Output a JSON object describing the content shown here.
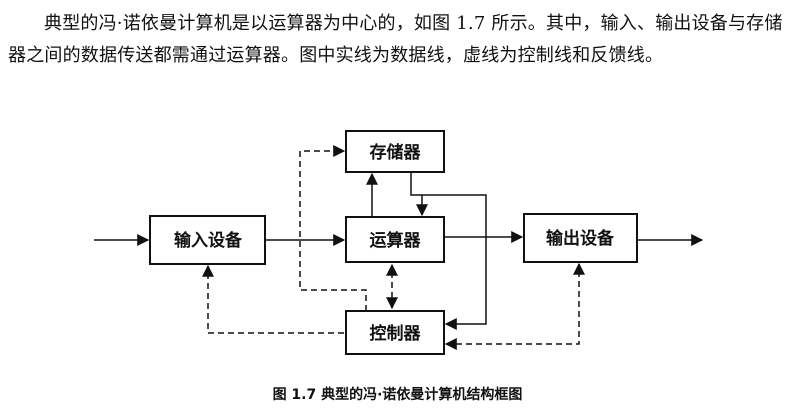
{
  "paragraph": "典型的冯·诺依曼计算机是以运算器为中心的，如图 1.7 所示。其中，输入、输出设备与存储器之间的数据传送都需通过运算器。图中实线为数据线，虚线为控制线和反馈线。",
  "diagram": {
    "boxes": {
      "memory": "存储器",
      "alu": "运算器",
      "input": "输入设备",
      "output": "输出设备",
      "controller": "控制器"
    },
    "line_color": "#111111"
  },
  "caption": "图 1.7 典型的冯·诺依曼计算机结构框图"
}
